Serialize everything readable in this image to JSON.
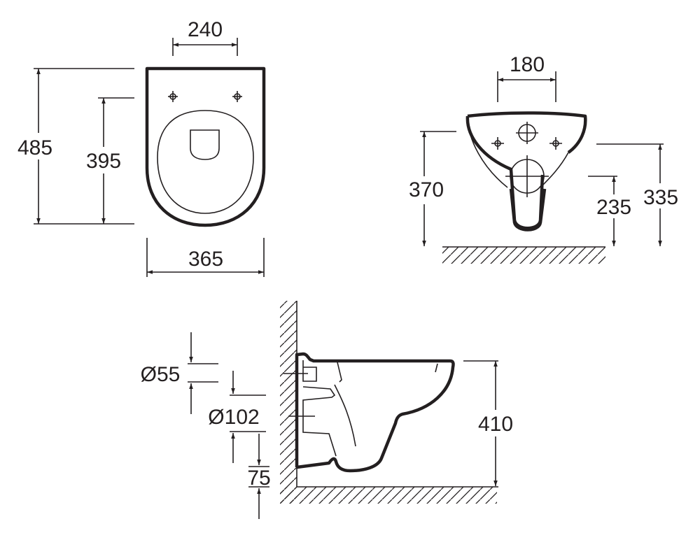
{
  "top_view": {
    "width_fixing": "240",
    "total_length": "485",
    "seat_length": "395",
    "total_width": "365"
  },
  "front_view": {
    "fixing_spacing": "180",
    "rim_height": "370",
    "outlet_height": "235",
    "fixing_height": "335"
  },
  "side_view": {
    "inlet_diameter": "Ø55",
    "outlet_diameter": "Ø102",
    "outlet_offset": "75",
    "height": "410"
  },
  "colors": {
    "line": "#231f20",
    "background": "#ffffff"
  }
}
